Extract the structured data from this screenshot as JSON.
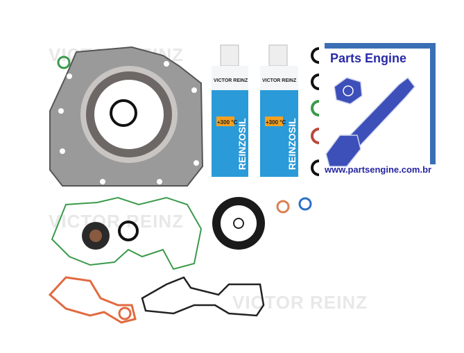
{
  "watermark": "VICTOR REINZ",
  "tubes": [
    {
      "brand": "VICTOR REINZ",
      "product": "REINZOSIL",
      "temp": "+300 °C"
    },
    {
      "brand": "VICTOR REINZ",
      "product": "REINZOSIL",
      "temp": "+300 °C"
    }
  ],
  "logo": {
    "title": "Parts Engine",
    "url": "www.partsengine.com.br"
  },
  "colors": {
    "logo_blue": "#3a6fb5",
    "tube_blue": "#2a9ad8",
    "gasket_gray": "#8a8a8a",
    "green_gasket": "#3a9a4a",
    "orange_gasket": "#e06a40"
  }
}
